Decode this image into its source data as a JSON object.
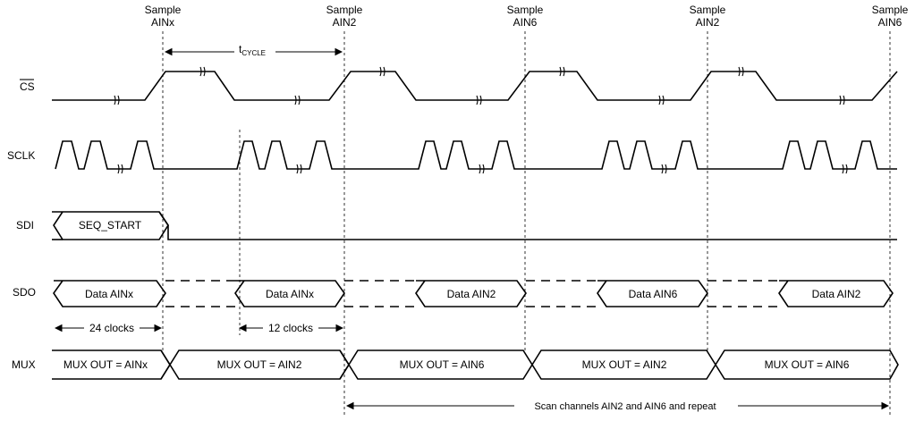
{
  "samples": [
    {
      "line1": "Sample",
      "line2": "AINx"
    },
    {
      "line1": "Sample",
      "line2": "AIN2"
    },
    {
      "line1": "Sample",
      "line2": "AIN6"
    },
    {
      "line1": "Sample",
      "line2": "AIN2"
    },
    {
      "line1": "Sample",
      "line2": "AIN6"
    }
  ],
  "tcycle": {
    "main": "t",
    "sub": "CYCLE"
  },
  "signals": {
    "cs": "CS",
    "sclk": "SCLK",
    "sdi": "SDI",
    "sdo": "SDO",
    "mux": "MUX"
  },
  "sdi_frame": "SEQ_START",
  "sdo_frames": [
    "Data AINx",
    "Data AINx",
    "Data AIN2",
    "Data AIN6",
    "Data AIN2"
  ],
  "clock_notes": [
    "24 clocks",
    "12 clocks"
  ],
  "mux_frames": [
    "MUX OUT = AINx",
    "MUX OUT = AIN2",
    "MUX OUT = AIN6",
    "MUX OUT = AIN2",
    "MUX OUT = AIN6"
  ],
  "scan_note": "Scan channels AIN2 and AIN6 and repeat"
}
